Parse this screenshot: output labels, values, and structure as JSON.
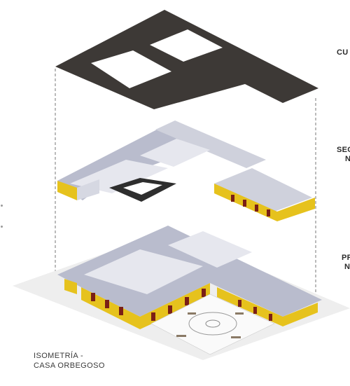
{
  "caption": {
    "line1": "ISOMETRÍA -",
    "line2": "CASA ORBEGOSO"
  },
  "level_labels": {
    "roof": "CU",
    "second_line1": "SEC",
    "second_line2": "N",
    "first_line1": "PR",
    "first_line2": "N"
  },
  "colors": {
    "roof": "#3d3936",
    "wall_shadow": "#b9bccd",
    "wall_light": "#e6e7ee",
    "facade_yellow": "#e6c21d",
    "door_red": "#7a1f16",
    "ground": "#eeeeee",
    "outline": "#555555"
  }
}
